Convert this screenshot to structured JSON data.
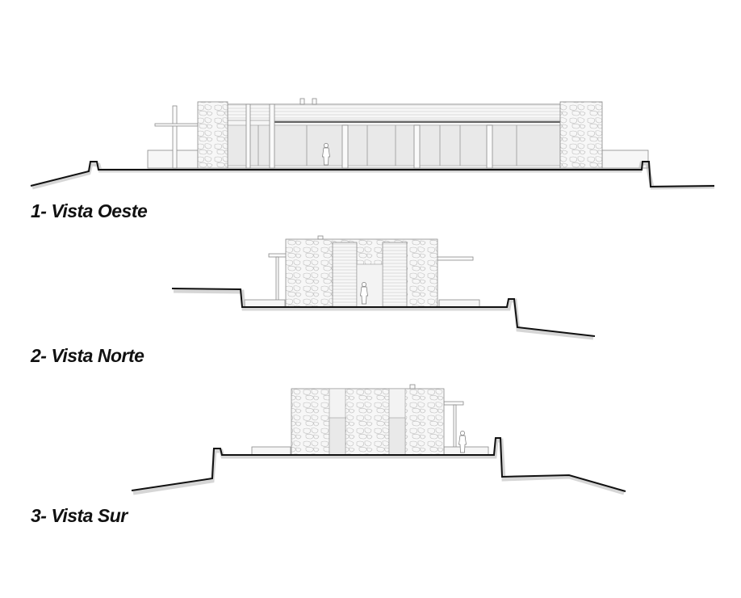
{
  "elevations": [
    {
      "label": "1- Vista Oeste"
    },
    {
      "label": "2- Vista Norte"
    },
    {
      "label": "3- Vista Sur"
    }
  ]
}
